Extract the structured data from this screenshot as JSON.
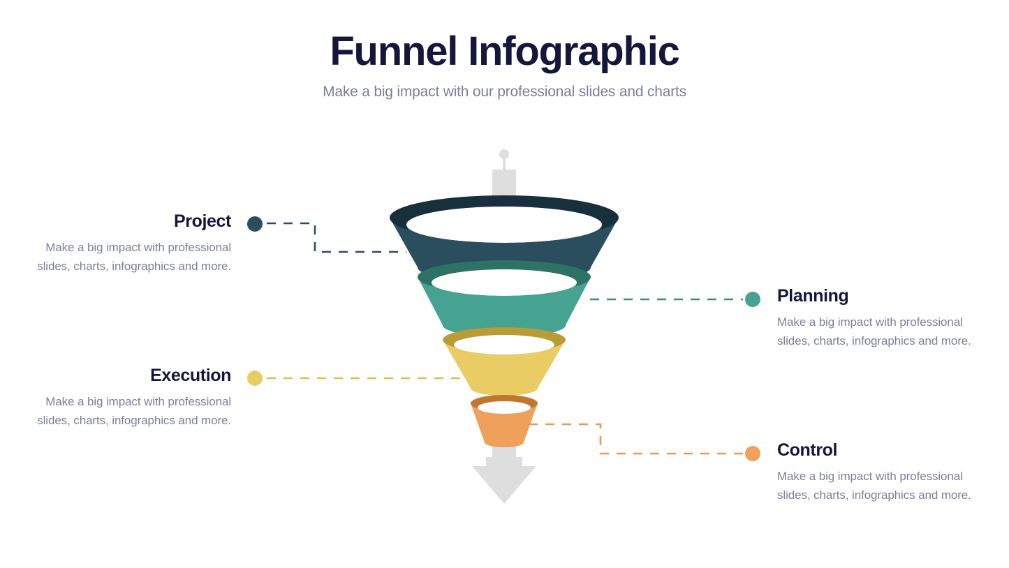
{
  "header": {
    "title": "Funnel Infographic",
    "subtitle": "Make a big impact with our professional slides and charts"
  },
  "colors": {
    "title_text": "#14163c",
    "body_text": "#7c7f9a",
    "arrow": "#dedede",
    "stage1_rim": "#17303b",
    "stage1_body": "#2b4e5e",
    "stage2_rim": "#2e7165",
    "stage2_body": "#47a391",
    "stage3_rim": "#b89c36",
    "stage3_body": "#e9cc64",
    "stage4_rim": "#c0762f",
    "stage4_body": "#efa15b"
  },
  "stages": [
    {
      "id": "project",
      "label": "Project",
      "body": "Make a big impact with professional slides, charts, infographics and more.",
      "side": "left",
      "dot_color": "#2b4e5e",
      "line_color": "#2b4e5e"
    },
    {
      "id": "planning",
      "label": "Planning",
      "body": "Make a big impact with professional slides, charts, infographics and more.",
      "side": "right",
      "dot_color": "#47a391",
      "line_color": "#3d8d7c"
    },
    {
      "id": "execution",
      "label": "Execution",
      "body": "Make a big impact with professional slides, charts, infographics and more.",
      "side": "left",
      "dot_color": "#e9cc64",
      "line_color": "#ddbd4f"
    },
    {
      "id": "control",
      "label": "Control",
      "body": "Make a big impact with professional slides, charts, infographics and more.",
      "side": "right",
      "dot_color": "#efa15b",
      "line_color": "#e49a51"
    }
  ],
  "chart_data": {
    "type": "funnel",
    "title": "Funnel Infographic",
    "subtitle": "Make a big impact with our professional slides and charts",
    "stage_count": 4,
    "categories": [
      "Project",
      "Planning",
      "Execution",
      "Control"
    ],
    "top_widths": [
      328,
      248,
      176,
      96
    ],
    "bottom_widths": [
      248,
      176,
      96,
      56
    ],
    "segment_colors": [
      "#2b4e5e",
      "#47a391",
      "#e9cc64",
      "#efa15b"
    ],
    "legend_position": "sides",
    "grid": false
  }
}
